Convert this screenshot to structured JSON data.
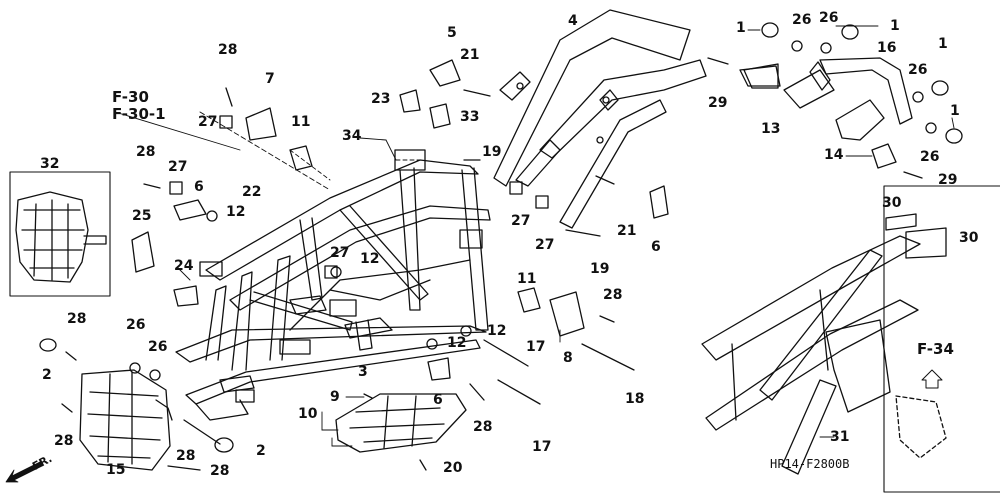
{
  "diagram": {
    "code": "HP14-F2800B",
    "front_indicator": "FR.",
    "references": {
      "top": "F-30",
      "top_sub": "F-30-1",
      "bottom_right": "F-34"
    }
  },
  "callouts": [
    "1",
    "1",
    "1",
    "1",
    "2",
    "2",
    "3",
    "4",
    "5",
    "6",
    "6",
    "6",
    "7",
    "8",
    "9",
    "10",
    "11",
    "11",
    "12",
    "12",
    "12",
    "12",
    "13",
    "14",
    "15",
    "16",
    "17",
    "17",
    "18",
    "19",
    "19",
    "20",
    "21",
    "21",
    "22",
    "23",
    "24",
    "25",
    "26",
    "26",
    "26",
    "26",
    "26",
    "26",
    "27",
    "27",
    "27",
    "27",
    "27",
    "28",
    "28",
    "28",
    "28",
    "28",
    "28",
    "28",
    "28",
    "29",
    "29",
    "30",
    "30",
    "31",
    "32",
    "33",
    "34"
  ]
}
